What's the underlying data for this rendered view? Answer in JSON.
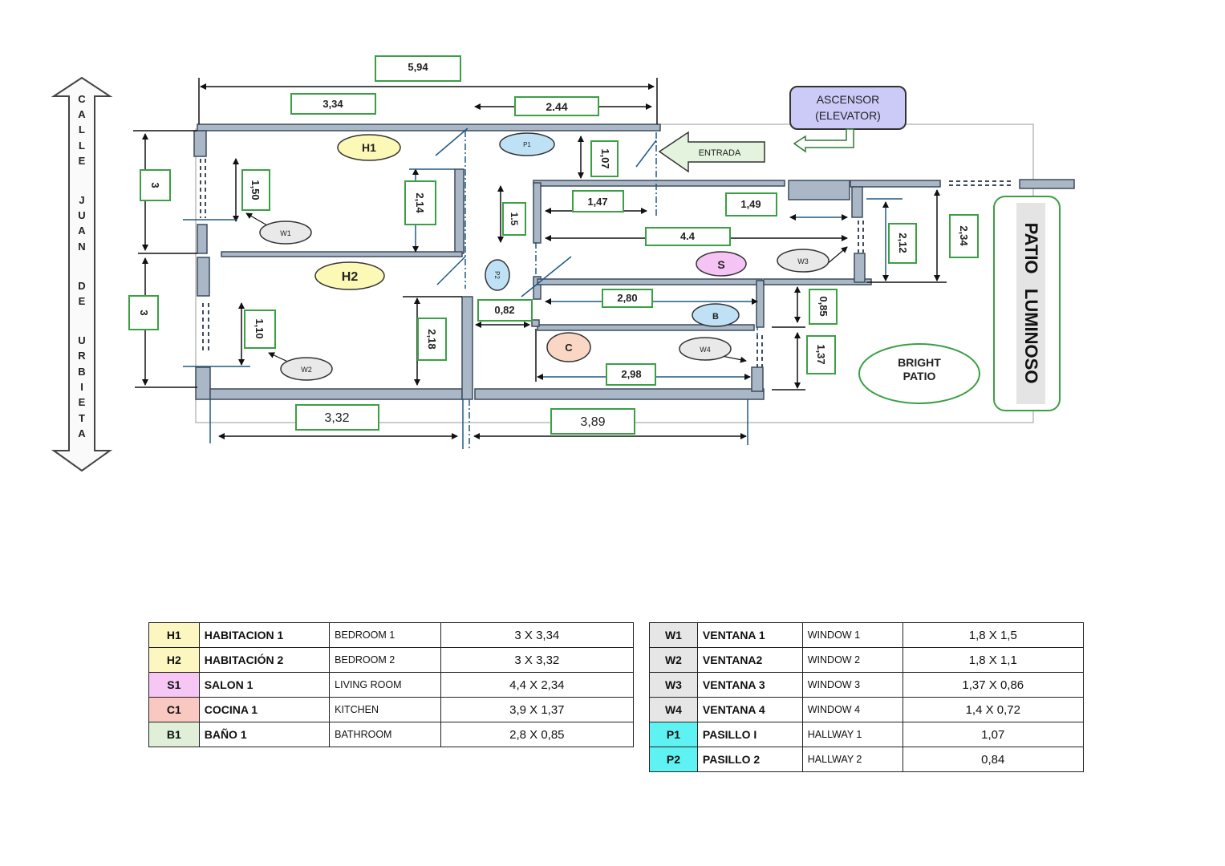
{
  "plan": {
    "street_letters": [
      "C",
      "A",
      "L",
      "L",
      "E",
      "J",
      "U",
      "A",
      "N",
      "D",
      "E",
      "U",
      "R",
      "B",
      "I",
      "E",
      "T",
      "A"
    ],
    "dims": {
      "total_width": "5,94",
      "h1_width": "3,34",
      "top_right": "2.44",
      "h1_height": "3",
      "h2_height": "3",
      "w1_size": "1,50",
      "h1_door": "2,14",
      "w2_size": "1,10",
      "h2_inner": "2,18",
      "h2_width": "3,32",
      "bottom_right": "3,89",
      "p1_len": "1,07",
      "hall_len": "1,47",
      "hall_height": "1.5",
      "w3_gap": "1,49",
      "salon_width": "4.4",
      "salon_inner": "2,12",
      "salon_height": "2,34",
      "bath_width": "2,80",
      "p2_len": "0,82",
      "bath_height": "0,85",
      "kitchen_width": "2,98",
      "kitchen_height": "1,37"
    },
    "labels": {
      "h1": "H1",
      "h2": "H2",
      "s": "S",
      "b": "B",
      "c": "C",
      "p1": "P1",
      "p2": "P2",
      "w1": "W1",
      "w2": "W2",
      "w3": "W3",
      "w4": "W4",
      "entrada": "ENTRADA",
      "elevator_line1": "ASCENSOR",
      "elevator_line2": "(ELEVATOR)",
      "bright_line1": "BRIGHT",
      "bright_line2": "PATIO",
      "patio_luminoso": "PATIO   LUMINOSO"
    }
  },
  "rooms_table": [
    {
      "code": "H1",
      "name_es": "HABITACION 1",
      "name_en": "BEDROOM 1",
      "dims": "3  X  3,34",
      "color": "#fcf7c0"
    },
    {
      "code": "H2",
      "name_es": "HABITACIÓN 2",
      "name_en": "BEDROOM 2",
      "dims": "3  X  3,32",
      "color": "#fcf7c0"
    },
    {
      "code": "S1",
      "name_es": "SALON 1",
      "name_en": "LIVING ROOM",
      "dims": "4,4   X  2,34",
      "color": "#f6c6f5"
    },
    {
      "code": "C1",
      "name_es": "COCINA 1",
      "name_en": "KITCHEN",
      "dims": "3,9   X  1,37",
      "color": "#f9c8c0"
    },
    {
      "code": "B1",
      "name_es": "BAÑO  1",
      "name_en": "BATHROOM",
      "dims": "2,8  X  0,85",
      "color": "#e0efd8"
    }
  ],
  "windows_table": [
    {
      "code": "W1",
      "name_es": "VENTANA 1",
      "name_en": "WINDOW 1",
      "dims": "1,8   X  1,5",
      "color": "#e6e6e6"
    },
    {
      "code": "W2",
      "name_es": "VENTANA2",
      "name_en": "WINDOW 2",
      "dims": "1,8   X  1,1",
      "color": "#e6e6e6"
    },
    {
      "code": "W3",
      "name_es": "VENTANA 3",
      "name_en": " WINDOW 3",
      "dims": "1,37  X  0,86",
      "color": "#e6e6e6"
    },
    {
      "code": "W4",
      "name_es": "VENTANA 4",
      "name_en": "WINDOW 4",
      "dims": "1,4   X  0,72",
      "color": "#e6e6e6"
    },
    {
      "code": "P1",
      "name_es": "PASILLO I",
      "name_en": "HALLWAY 1",
      "dims": "1,07",
      "color": "#5ff2f2"
    },
    {
      "code": "P2",
      "name_es": "PASILLO 2",
      "name_en": "HALLWAY 2",
      "dims": "0,84",
      "color": "#5ff2f2"
    }
  ]
}
